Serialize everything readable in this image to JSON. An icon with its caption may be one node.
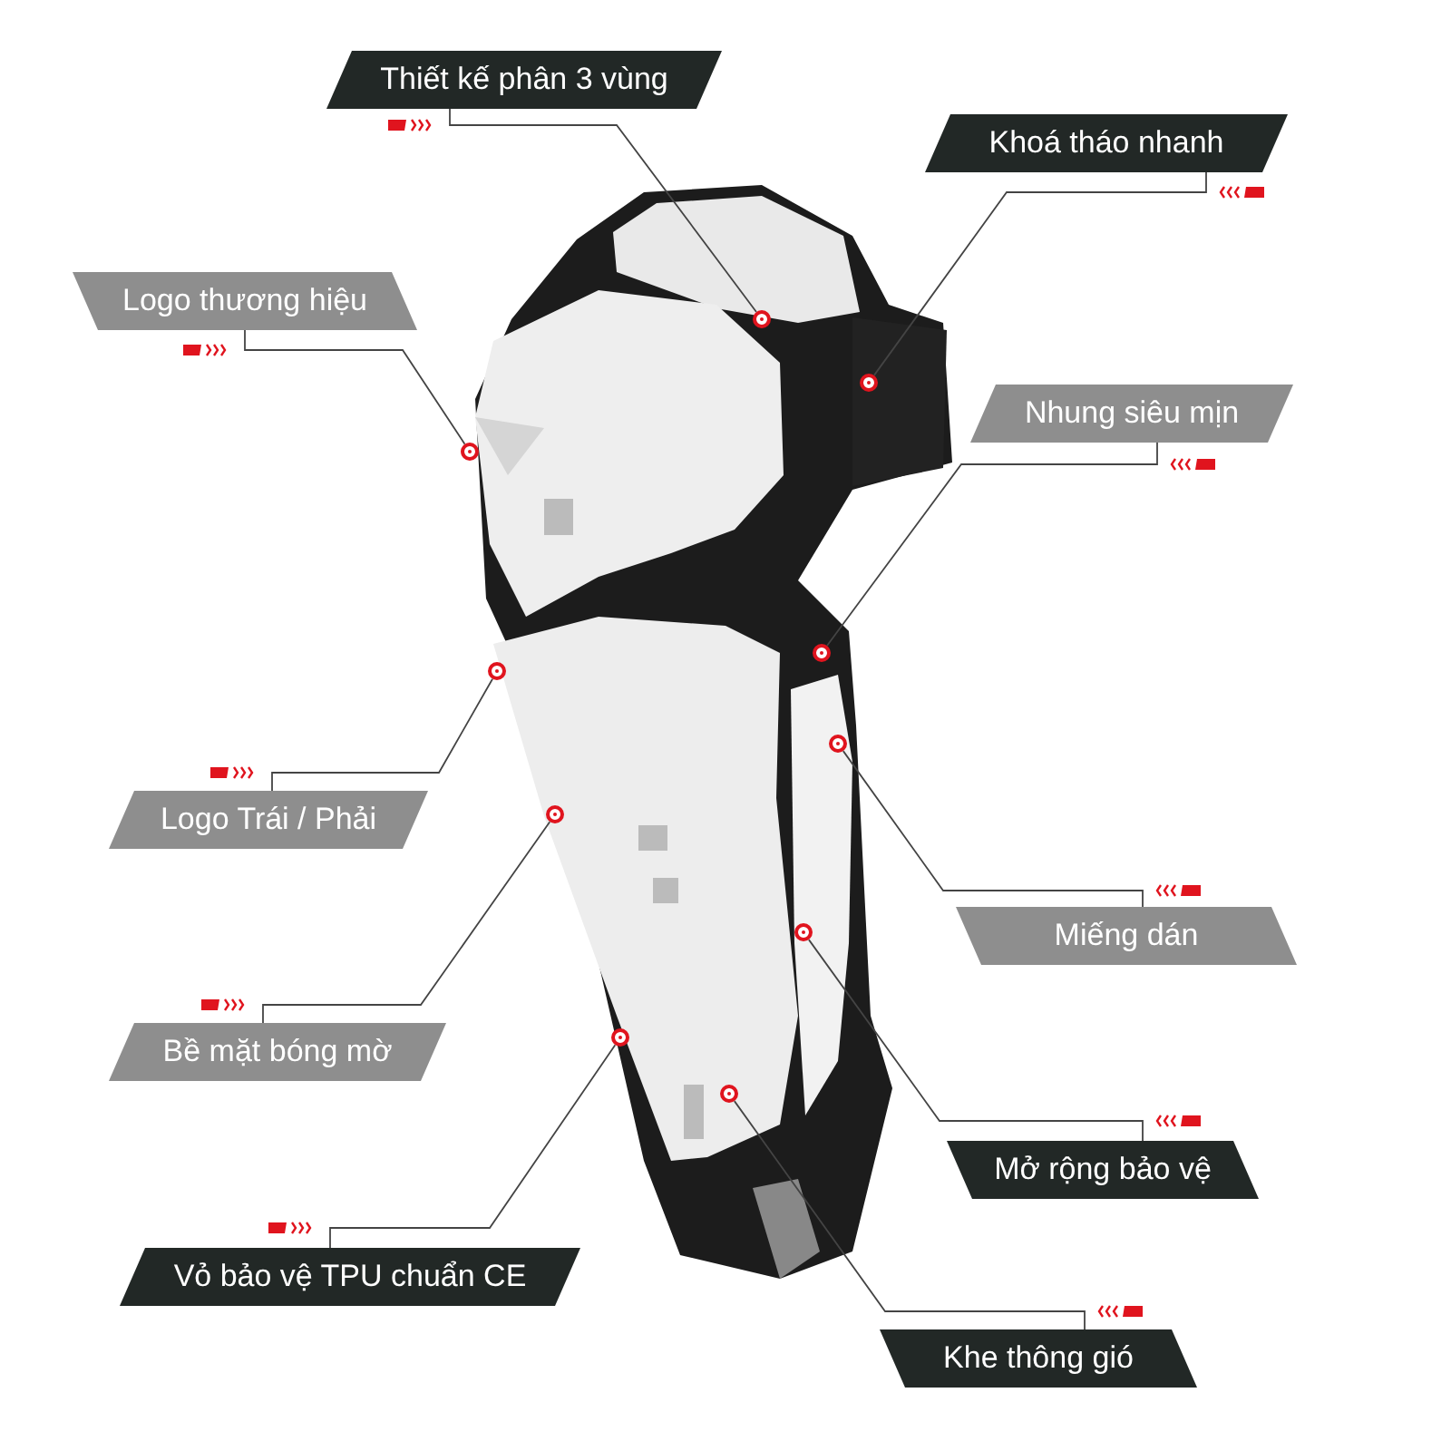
{
  "diagram": {
    "nodes": [
      {
        "text": [
          "Thiết kế phân 3 vùng"
        ]
      },
      {
        "text": [
          "Khoá tháo nhanh"
        ]
      },
      {
        "text": [
          "Logo thương hiệu"
        ]
      },
      {
        "text": [
          "Nhung siêu mịn"
        ]
      },
      {
        "text": [
          "Logo Trái / Phải"
        ]
      },
      {
        "text": [
          "Miếng dán"
        ]
      },
      {
        "text": [
          "Bề mặt bóng mờ"
        ]
      },
      {
        "text": [
          "Mở rộng bảo vệ"
        ]
      },
      {
        "text": [
          "Vỏ bảo vệ TPU chuẩn CE"
        ]
      },
      {
        "text": [
          "Khe thông gió"
        ]
      },
      {
        "text": [],
        "shape": "circle"
      },
      {
        "text": [],
        "shape": "circle"
      },
      {
        "text": [],
        "shape": "circle"
      },
      {
        "text": [],
        "shape": "circle"
      },
      {
        "text": [],
        "shape": "circle"
      },
      {
        "text": [],
        "shape": "circle"
      },
      {
        "text": [],
        "shape": "circle"
      },
      {
        "text": [],
        "shape": "circle"
      },
      {
        "text": [],
        "shape": "circle"
      },
      {
        "text": [],
        "shape": "circle"
      }
    ],
    "edges": [
      {
        "from": 0,
        "to": 10,
        "arrow": "none"
      },
      {
        "from": 1,
        "to": 11,
        "arrow": "none"
      },
      {
        "from": 2,
        "to": 12,
        "arrow": "none"
      },
      {
        "from": 3,
        "to": 13,
        "arrow": "none"
      },
      {
        "from": 4,
        "to": 14,
        "arrow": "none"
      },
      {
        "from": 5,
        "to": 15,
        "arrow": "none"
      },
      {
        "from": 6,
        "to": 16,
        "arrow": "none"
      },
      {
        "from": 7,
        "to": 17,
        "arrow": "none"
      },
      {
        "from": 8,
        "to": 18,
        "arrow": "none"
      },
      {
        "from": 9,
        "to": 19,
        "arrow": "none"
      }
    ]
  }
}
